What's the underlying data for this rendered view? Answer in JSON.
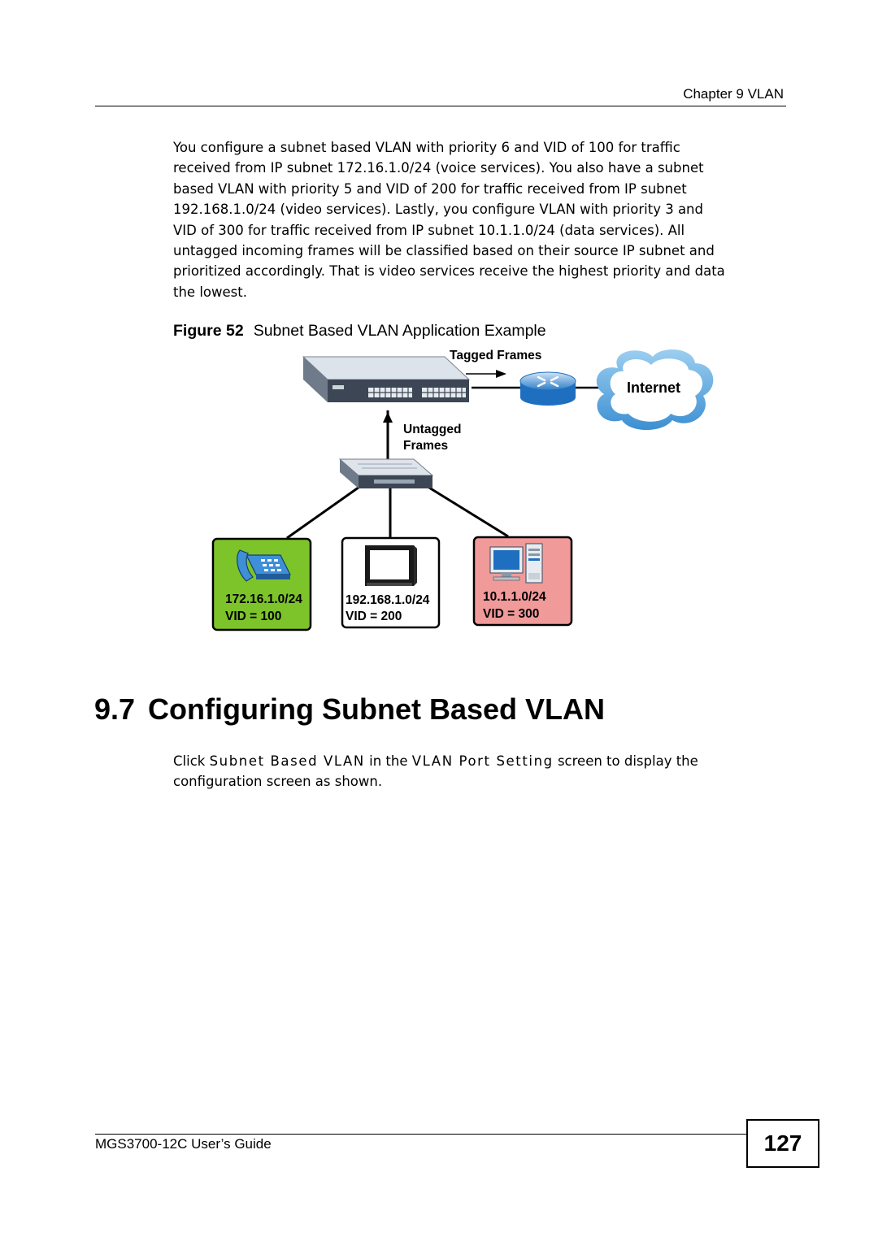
{
  "header": {
    "chapter": "Chapter 9 VLAN"
  },
  "intro": {
    "lines": [
      "You configure a subnet based VLAN with priority 6 and VID of 100 for traffic",
      "received from IP subnet 172.16.1.0/24 (voice services). You also have a subnet",
      "based VLAN with priority 5 and VID of 200 for traffic received from IP subnet",
      "192.168.1.0/24 (video services). Lastly, you configure VLAN with priority 3 and",
      "VID of 300 for traffic received from IP subnet 10.1.1.0/24 (data services). All",
      "untagged incoming frames will be classified based on their source IP subnet and",
      "prioritized accordingly. That is video services receive the highest priority and data",
      "the lowest."
    ]
  },
  "figure": {
    "label": "Figure 52",
    "title": "Subnet Based VLAN Application Example",
    "tagged_frames": "Tagged Frames",
    "internet": "Internet",
    "untagged_line1": "Untagged",
    "untagged_line2": "Frames",
    "nodes": [
      {
        "subnet": "172.16.1.0/24",
        "vid": "VID = 100",
        "color": "#7dc42a",
        "icon": "phone-icon"
      },
      {
        "subnet": "192.168.1.0/24",
        "vid": "VID = 200",
        "color": "#ffffff",
        "icon": "monitor-icon"
      },
      {
        "subnet": "10.1.1.0/24",
        "vid": "VID = 300",
        "color": "#f09a9a",
        "icon": "computer-icon"
      }
    ]
  },
  "section": {
    "number": "9.7",
    "title": "Configuring Subnet Based VLAN",
    "body": {
      "part1": "Click ",
      "ui1": "Subnet Based VLAN",
      "part2": " in the ",
      "ui2": "VLAN Port Setting",
      "part3": " screen to display the",
      "line2": "configuration screen as shown."
    }
  },
  "footer": {
    "guide": "MGS3700-12C User’s Guide",
    "page": "127"
  }
}
